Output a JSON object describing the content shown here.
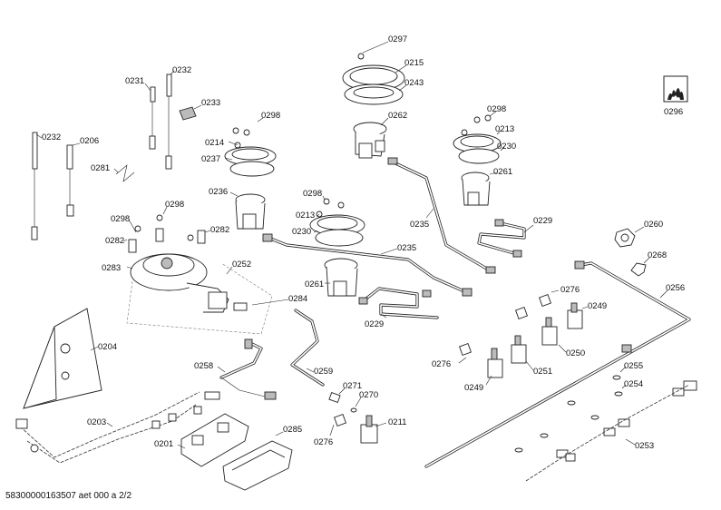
{
  "footer": {
    "code": "58300000163507 aet 000 a 2/2"
  },
  "icon": {
    "name": "flame-icon",
    "label": "0296"
  },
  "labels": {
    "l0297": "0297",
    "l0215": "0215",
    "l0243": "0243",
    "l0262": "0262",
    "l0298a": "0298",
    "l0213a": "0213",
    "l0230a": "0230",
    "l0261a": "0261",
    "l0229a": "0229",
    "l0235a": "0235",
    "l0260": "0260",
    "l0268": "0268",
    "l0256": "0256",
    "l0231": "0231",
    "l0232a": "0232",
    "l0233": "0233",
    "l0232b": "0232",
    "l0206": "0206",
    "l0281": "0281",
    "l0214": "0214",
    "l0298b": "0298",
    "l0237": "0237",
    "l0236": "0236",
    "l0298c": "0298",
    "l0213b": "0213",
    "l0230b": "0230",
    "l0235b": "0235",
    "l0298d": "0298",
    "l0298e": "0298",
    "l0282a": "0282",
    "l0282b": "0282",
    "l0252": "0252",
    "l0283": "0283",
    "l0261b": "0261",
    "l0284": "0284",
    "l0229b": "0229",
    "l0276a": "0276",
    "l0249a": "0249",
    "l0250": "0250",
    "l0276b": "0276",
    "l0251": "0251",
    "l0249b": "0249",
    "l0255": "0255",
    "l0254": "0254",
    "l0253": "0253",
    "l0204": "0204",
    "l0258": "0258",
    "l0259": "0259",
    "l0271": "0271",
    "l0270": "0270",
    "l0211": "0211",
    "l0276c": "0276",
    "l0203": "0203",
    "l0201": "0201",
    "l0285": "0285"
  }
}
